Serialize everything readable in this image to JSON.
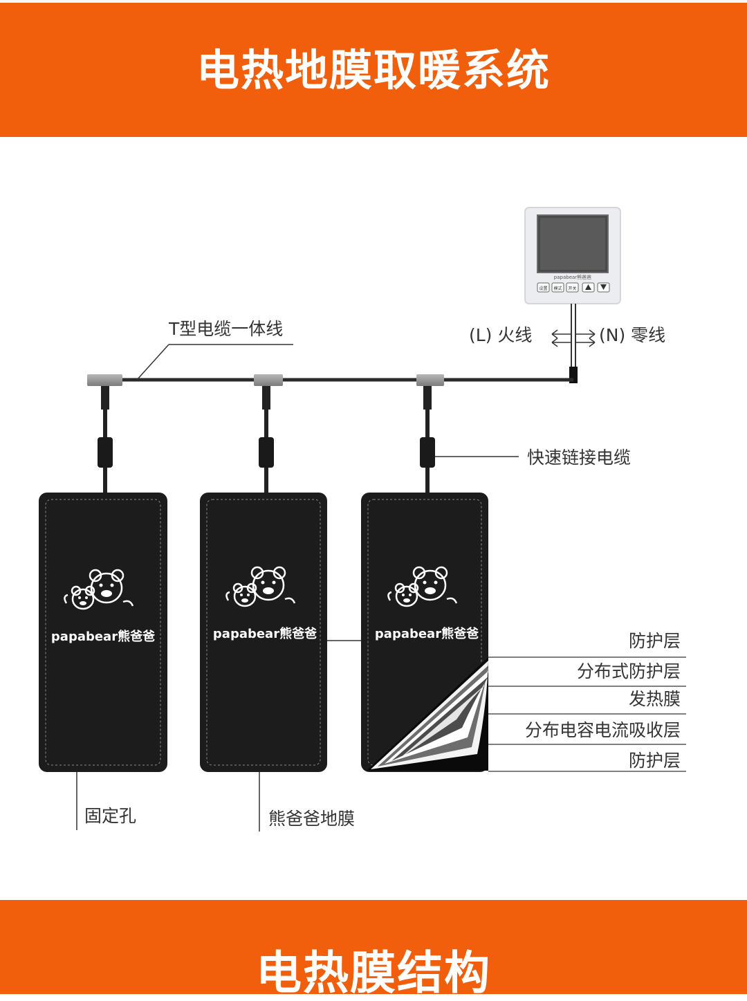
{
  "header": {
    "title": "电热地膜取暖系统"
  },
  "footer": {
    "title": "电热膜结构"
  },
  "controller": {
    "brand": "papabear熊爸爸",
    "buttons": [
      "设置",
      "模式",
      "开关",
      "▲",
      "▼"
    ]
  },
  "labels": {
    "t_cable": "T型电缆一体线",
    "live": "(L) 火线",
    "neutral": "(N) 零线",
    "quick_cable": "快速链接电缆",
    "fixing_hole": "固定孔",
    "film_name": "熊爸爸地膜"
  },
  "film_logo": "papabear熊爸爸",
  "layers": [
    "防护层",
    "分布式防护层",
    "发热膜",
    "分布电容电流吸收层",
    "防护层"
  ],
  "colors": {
    "accent": "#f25f0c",
    "film": "#1c1c1c",
    "line": "#555555"
  }
}
